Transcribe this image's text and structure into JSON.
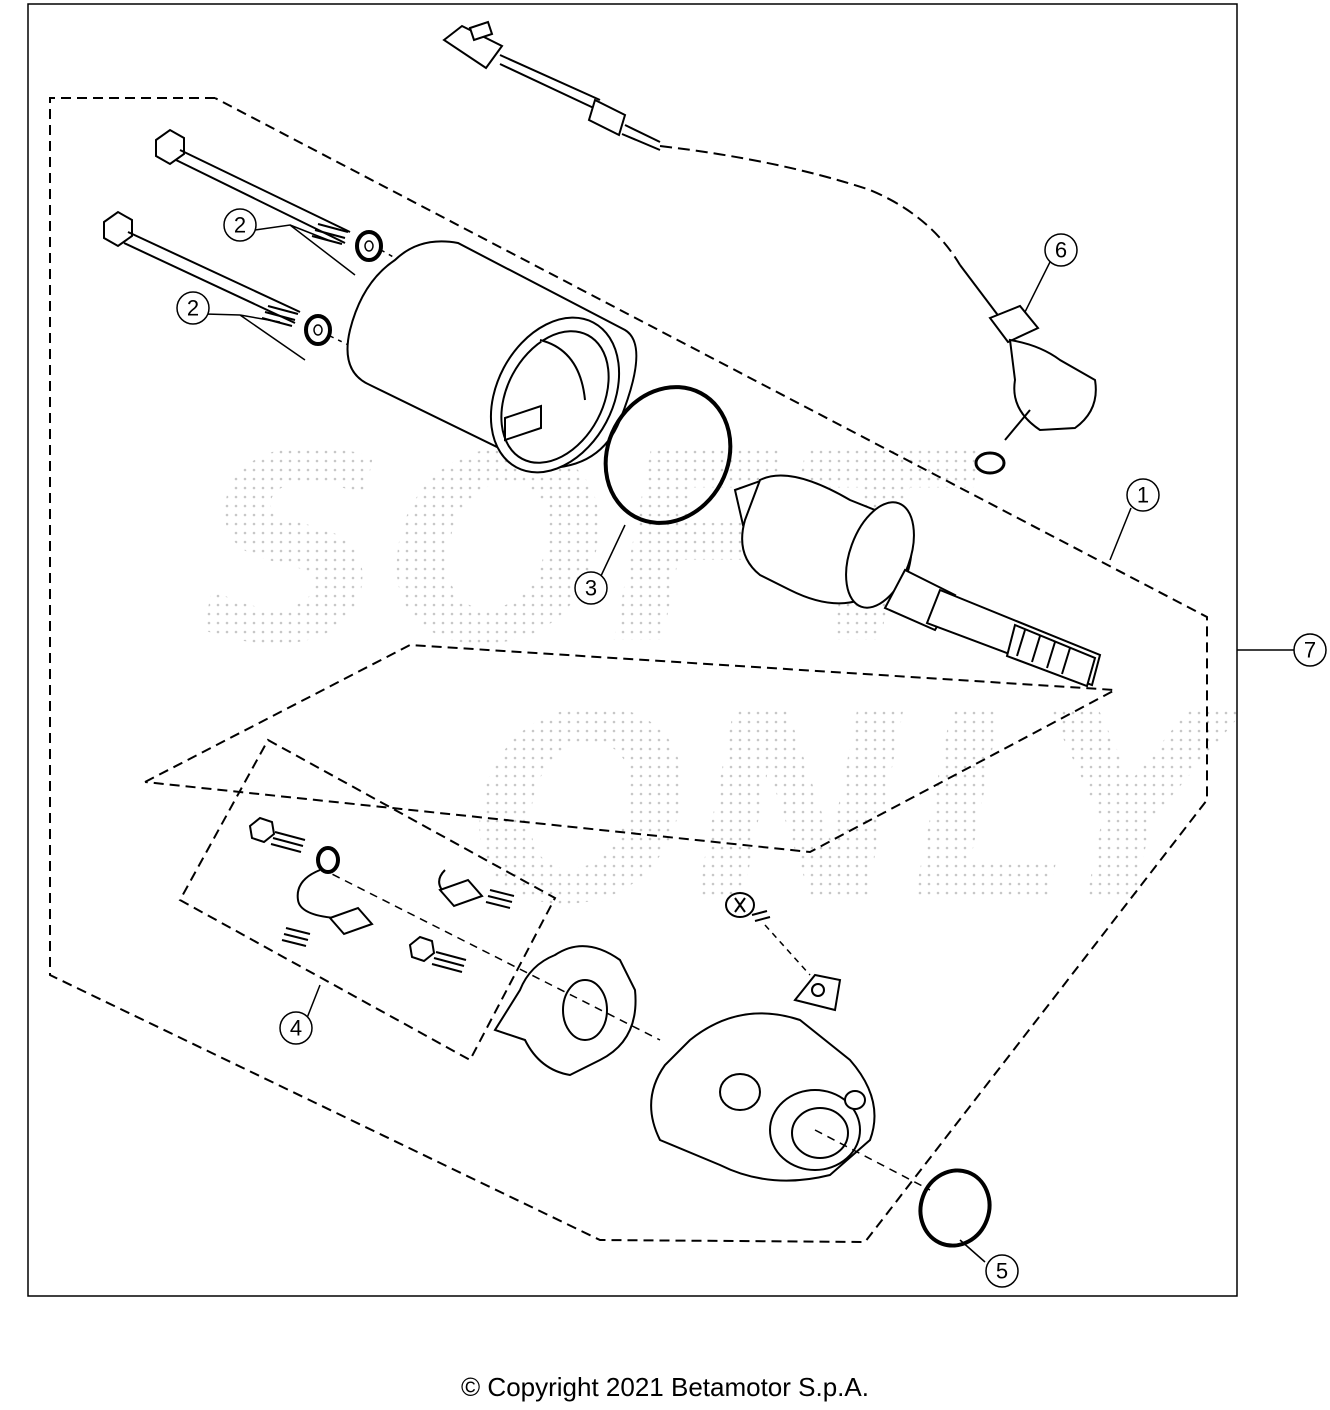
{
  "callouts": [
    {
      "id": "1",
      "label": "1"
    },
    {
      "id": "2a",
      "label": "2"
    },
    {
      "id": "2b",
      "label": "2"
    },
    {
      "id": "3",
      "label": "3"
    },
    {
      "id": "4",
      "label": "4"
    },
    {
      "id": "5",
      "label": "5"
    },
    {
      "id": "6",
      "label": "6"
    },
    {
      "id": "7",
      "label": "7"
    }
  ],
  "watermark": {
    "line1": "SOFT",
    "line2": "ONLY"
  },
  "copyright": "© Copyright 2021 Betamotor S.p.A."
}
